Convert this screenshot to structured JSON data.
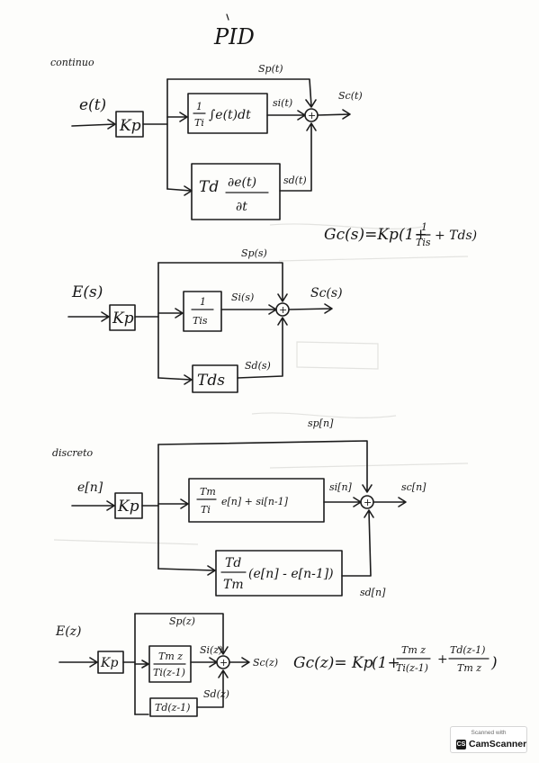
{
  "title": "PID",
  "continuous": {
    "section_label": "continuo",
    "input": "e(t)",
    "gain": "Kp",
    "integral_block": {
      "num": "1",
      "den": "Ti",
      "expr": "∫e(t)dt"
    },
    "derivative_block": {
      "coef": "Td",
      "num": "∂e(t)",
      "den": "∂t"
    },
    "signals": {
      "sp": "Sp(t)",
      "si": "si(t)",
      "sd": "sd(t)",
      "sc": "Sc(t)"
    },
    "sum": "+",
    "transfer": {
      "lhs": "Gc(s)=Kp",
      "open": "(1+",
      "frac_num": "1",
      "frac_den": "Tis",
      "tail": "+ Tds)"
    }
  },
  "laplace": {
    "input": "E(s)",
    "gain": "Kp",
    "integral_block": {
      "num": "1",
      "den": "Tis"
    },
    "derivative_block": "Tds",
    "signals": {
      "sp": "Sp(s)",
      "si": "Si(s)",
      "sd": "Sd(s)",
      "sc": "Sc(s)"
    },
    "sum": "+"
  },
  "discrete": {
    "section_label": "discreto",
    "input": "e[n]",
    "gain": "Kp",
    "integral_block": {
      "num": "Tm",
      "den": "Ti",
      "expr": "e[n] + si[n-1]"
    },
    "derivative_block": {
      "num": "Td",
      "den": "Tm",
      "expr": "(e[n] - e[n-1])"
    },
    "signals": {
      "sp": "sp[n]",
      "si": "si[n]",
      "sd": "sd[n]",
      "sc": "sc[n]"
    },
    "sum": "+"
  },
  "zdomain": {
    "input": "E(z)",
    "gain": "Kp",
    "integral_block": {
      "num": "Tm z",
      "den": "Ti(z-1)"
    },
    "derivative_block": "Td(z-1)",
    "signals": {
      "sp": "Sp(z)",
      "si": "Si(z)",
      "sd": "Sd(z)",
      "sc": "Sc(z)"
    },
    "sum": "+",
    "transfer": {
      "lhs": "Gc(z)= Kp",
      "open": "(1+",
      "f1_num": "Tm z",
      "f1_den": "Ti(z-1)",
      "plus": "+",
      "f2_num": "Td(z-1)",
      "f2_den": "Tm z",
      "close": ")"
    }
  },
  "scanner": {
    "small": "Scanned with",
    "name": "CamScanner",
    "logo": "CS"
  }
}
